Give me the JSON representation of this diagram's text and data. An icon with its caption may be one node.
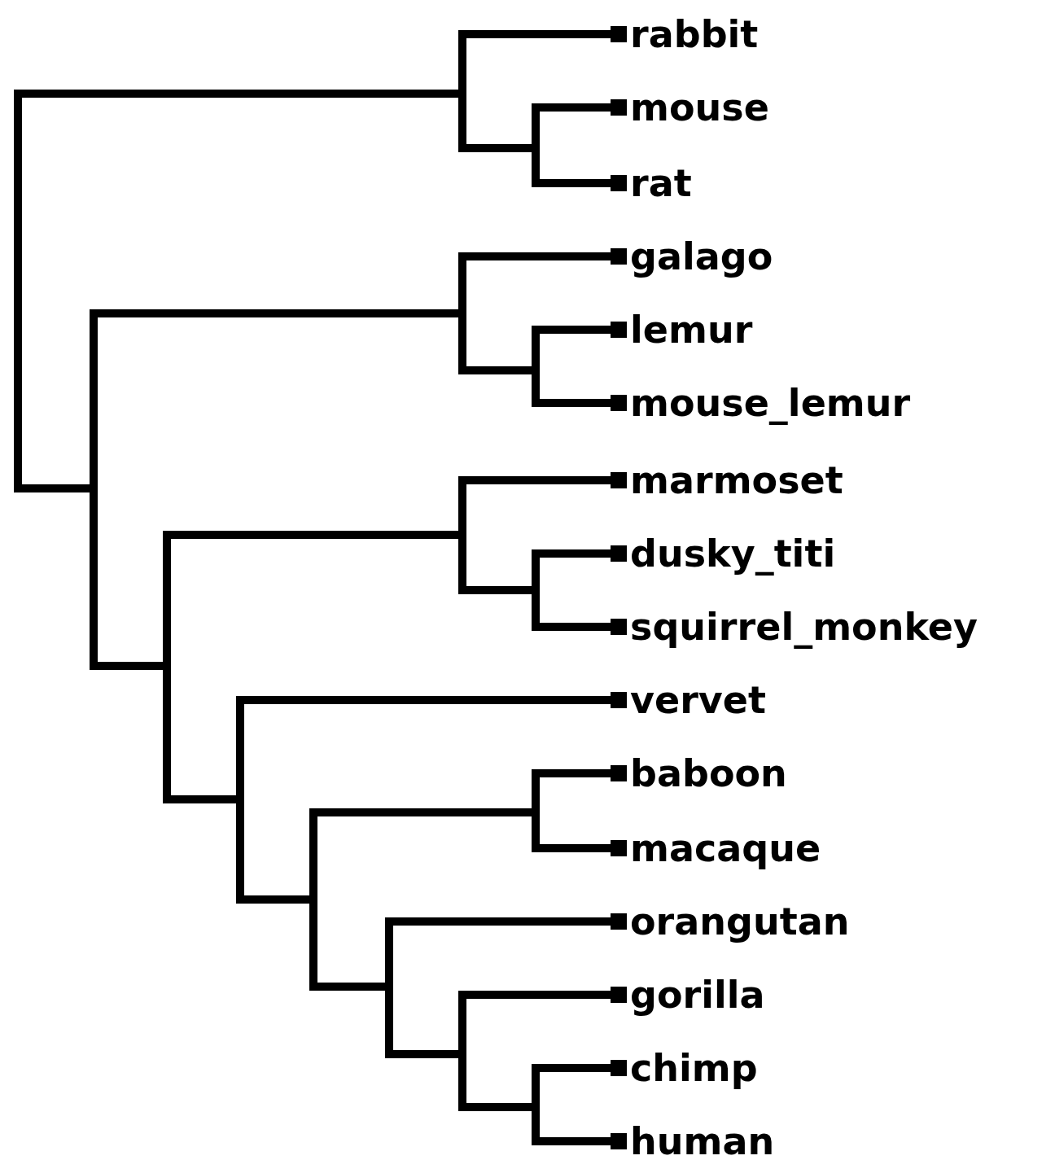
{
  "diagram": {
    "nodes": [
      {
        "text": [],
        "shape": "bar"
      },
      {
        "text": [],
        "shape": "bar"
      },
      {
        "text": [],
        "shape": "bar"
      },
      {
        "text": [],
        "shape": "bar"
      },
      {
        "text": [],
        "shape": "bar"
      },
      {
        "text": [],
        "shape": "bar"
      },
      {
        "text": [],
        "shape": "bar"
      },
      {
        "text": [],
        "shape": "bar"
      },
      {
        "text": [],
        "shape": "bar"
      },
      {
        "text": [],
        "shape": "bar"
      },
      {
        "text": [],
        "shape": "bar"
      },
      {
        "text": [],
        "shape": "bar"
      },
      {
        "text": [],
        "shape": "bar"
      },
      {
        "text": [],
        "shape": "bar"
      },
      {
        "text": [],
        "shape": "bar"
      },
      {
        "text": [
          "rabbit"
        ]
      },
      {
        "text": [
          "mouse"
        ]
      },
      {
        "text": [
          "rat"
        ]
      },
      {
        "text": [
          "galago"
        ]
      },
      {
        "text": [
          "lemur"
        ]
      },
      {
        "text": [
          "mouse_lemur"
        ]
      },
      {
        "text": [
          "marmoset"
        ]
      },
      {
        "text": [
          "dusky_titi"
        ]
      },
      {
        "text": [
          "squirrel_monkey"
        ]
      },
      {
        "text": [
          "vervet"
        ]
      },
      {
        "text": [
          "baboon"
        ]
      },
      {
        "text": [
          "macaque"
        ]
      },
      {
        "text": [
          "orangutan"
        ]
      },
      {
        "text": [
          "gorilla"
        ]
      },
      {
        "text": [
          "chimp"
        ]
      },
      {
        "text": [
          "human"
        ]
      }
    ],
    "edges": [
      {
        "from": 0,
        "to": 1,
        "arrow": "none"
      },
      {
        "from": 0,
        "to": 3,
        "arrow": "none"
      },
      {
        "from": 1,
        "to": 15,
        "arrow": "other"
      },
      {
        "from": 1,
        "to": 2,
        "arrow": "none"
      },
      {
        "from": 2,
        "to": 16,
        "arrow": "other"
      },
      {
        "from": 2,
        "to": 17,
        "arrow": "other"
      },
      {
        "from": 3,
        "to": 4,
        "arrow": "none"
      },
      {
        "from": 3,
        "to": 6,
        "arrow": "none"
      },
      {
        "from": 4,
        "to": 18,
        "arrow": "other"
      },
      {
        "from": 4,
        "to": 5,
        "arrow": "none"
      },
      {
        "from": 5,
        "to": 19,
        "arrow": "other"
      },
      {
        "from": 5,
        "to": 20,
        "arrow": "other"
      },
      {
        "from": 6,
        "to": 7,
        "arrow": "none"
      },
      {
        "from": 6,
        "to": 9,
        "arrow": "none"
      },
      {
        "from": 7,
        "to": 21,
        "arrow": "other"
      },
      {
        "from": 7,
        "to": 8,
        "arrow": "none"
      },
      {
        "from": 8,
        "to": 22,
        "arrow": "other"
      },
      {
        "from": 8,
        "to": 23,
        "arrow": "other"
      },
      {
        "from": 9,
        "to": 24,
        "arrow": "other"
      },
      {
        "from": 9,
        "to": 10,
        "arrow": "none"
      },
      {
        "from": 10,
        "to": 11,
        "arrow": "none"
      },
      {
        "from": 10,
        "to": 12,
        "arrow": "none"
      },
      {
        "from": 11,
        "to": 25,
        "arrow": "other"
      },
      {
        "from": 11,
        "to": 26,
        "arrow": "other"
      },
      {
        "from": 12,
        "to": 27,
        "arrow": "other"
      },
      {
        "from": 12,
        "to": 13,
        "arrow": "none"
      },
      {
        "from": 13,
        "to": 28,
        "arrow": "other"
      },
      {
        "from": 13,
        "to": 14,
        "arrow": "none"
      },
      {
        "from": 14,
        "to": 29,
        "arrow": "other"
      },
      {
        "from": 14,
        "to": 30,
        "arrow": "other"
      }
    ]
  }
}
